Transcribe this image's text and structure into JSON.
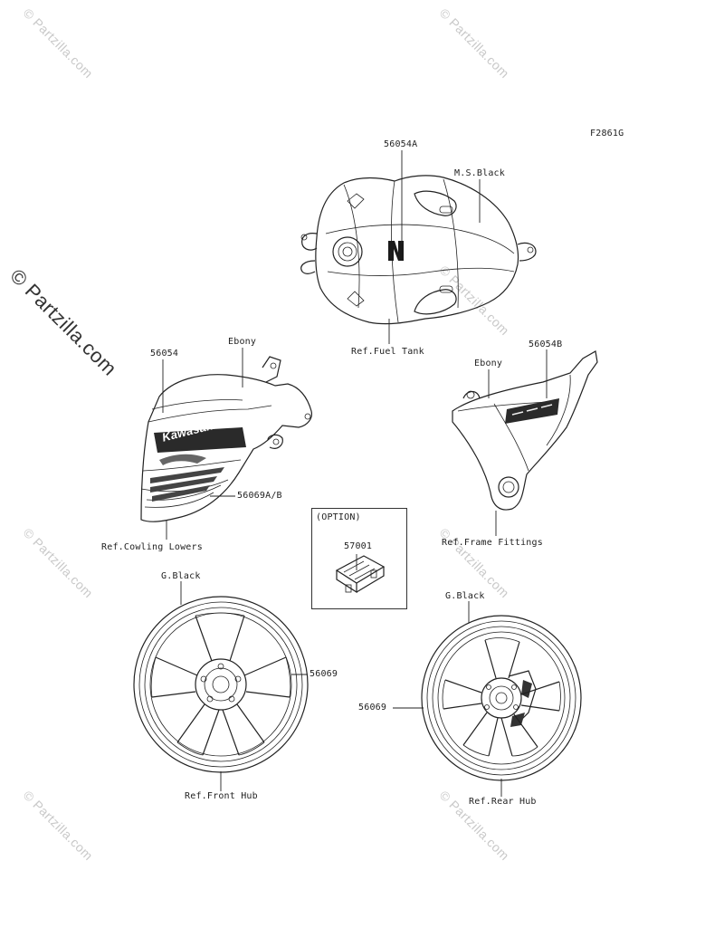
{
  "figure_code": "F2861G",
  "watermarks": {
    "small": "© Partzilla.com",
    "large": "© Partzilla.com"
  },
  "option_box": {
    "title": "(OPTION)",
    "part": "57001"
  },
  "labels": {
    "tank_part": "56054A",
    "tank_finish": "M.S.Black",
    "tank_ref": "Ref.Fuel Tank",
    "cowl_part": "56054",
    "cowl_finish": "Ebony",
    "cowl_decal": "56069A/B",
    "cowl_ref": "Ref.Cowling Lowers",
    "cowl_brand": "Kawasaki",
    "frame_part": "56054B",
    "frame_finish": "Ebony",
    "frame_ref": "Ref.Frame Fittings",
    "front_finish": "G.Black",
    "front_part": "56069",
    "front_ref": "Ref.Front Hub",
    "rear_finish": "G.Black",
    "rear_part": "56069",
    "rear_ref": "Ref.Rear Hub"
  }
}
